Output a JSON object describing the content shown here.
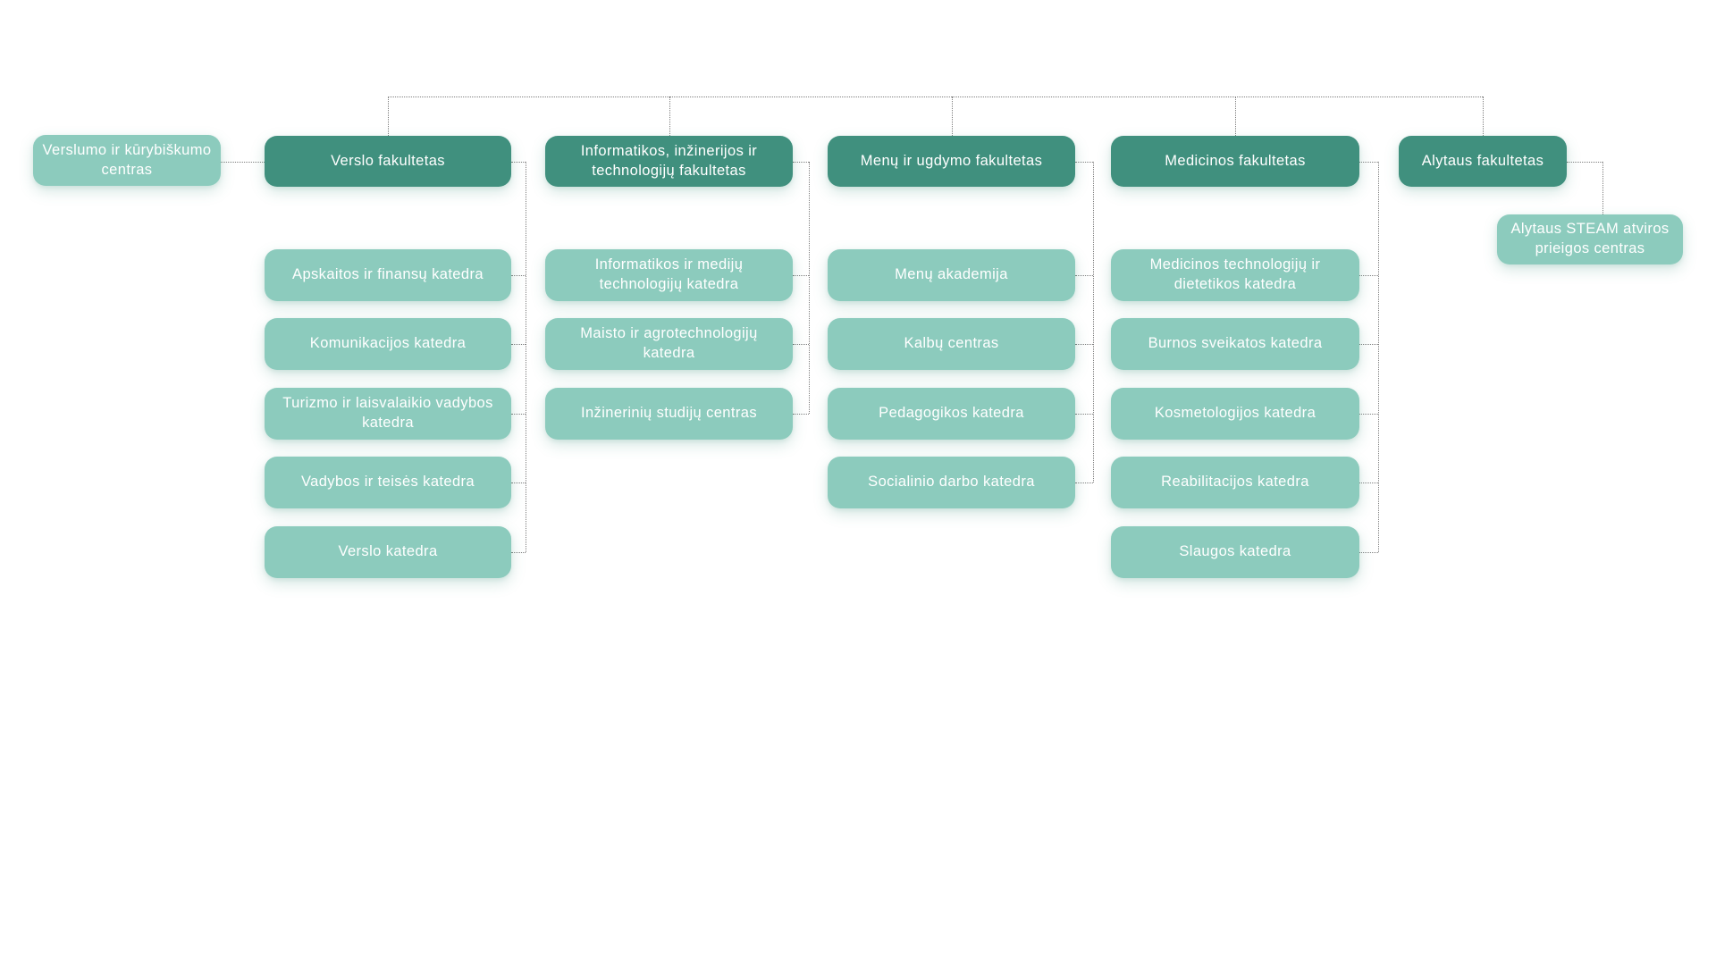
{
  "diagram": {
    "type": "organizational-chart",
    "language": "Lithuanian",
    "colors": {
      "faculty_bg": "#40907e",
      "department_bg": "#8ccbbd",
      "text": "#ffffff",
      "connector": "#7e7e7e",
      "background": "#ffffff"
    },
    "standalone_unit": {
      "label": "Verslumo ir kūrybiškumo centras"
    },
    "faculties": [
      {
        "label": "Verslo fakultetas",
        "departments": [
          "Apskaitos ir finansų katedra",
          "Komunikacijos katedra",
          "Turizmo ir laisvalaikio vadybos katedra",
          "Vadybos ir teisės katedra",
          "Verslo katedra"
        ]
      },
      {
        "label": "Informatikos, inžinerijos ir technologijų fakultetas",
        "departments": [
          "Informatikos ir medijų technologijų katedra",
          "Maisto ir agrotechnologijų katedra",
          "Inžinerinių studijų centras"
        ]
      },
      {
        "label": "Menų ir ugdymo fakultetas",
        "departments": [
          "Menų akademija",
          "Kalbų centras",
          "Pedagogikos katedra",
          "Socialinio darbo katedra"
        ]
      },
      {
        "label": "Medicinos fakultetas",
        "departments": [
          "Medicinos technologijų ir dietetikos katedra",
          "Burnos sveikatos katedra",
          "Kosmetologijos katedra",
          "Reabilitacijos katedra",
          "Slaugos katedra"
        ]
      },
      {
        "label": "Alytaus fakultetas",
        "departments": [
          "Alytaus STEAM atviros prieigos centras"
        ]
      }
    ]
  }
}
